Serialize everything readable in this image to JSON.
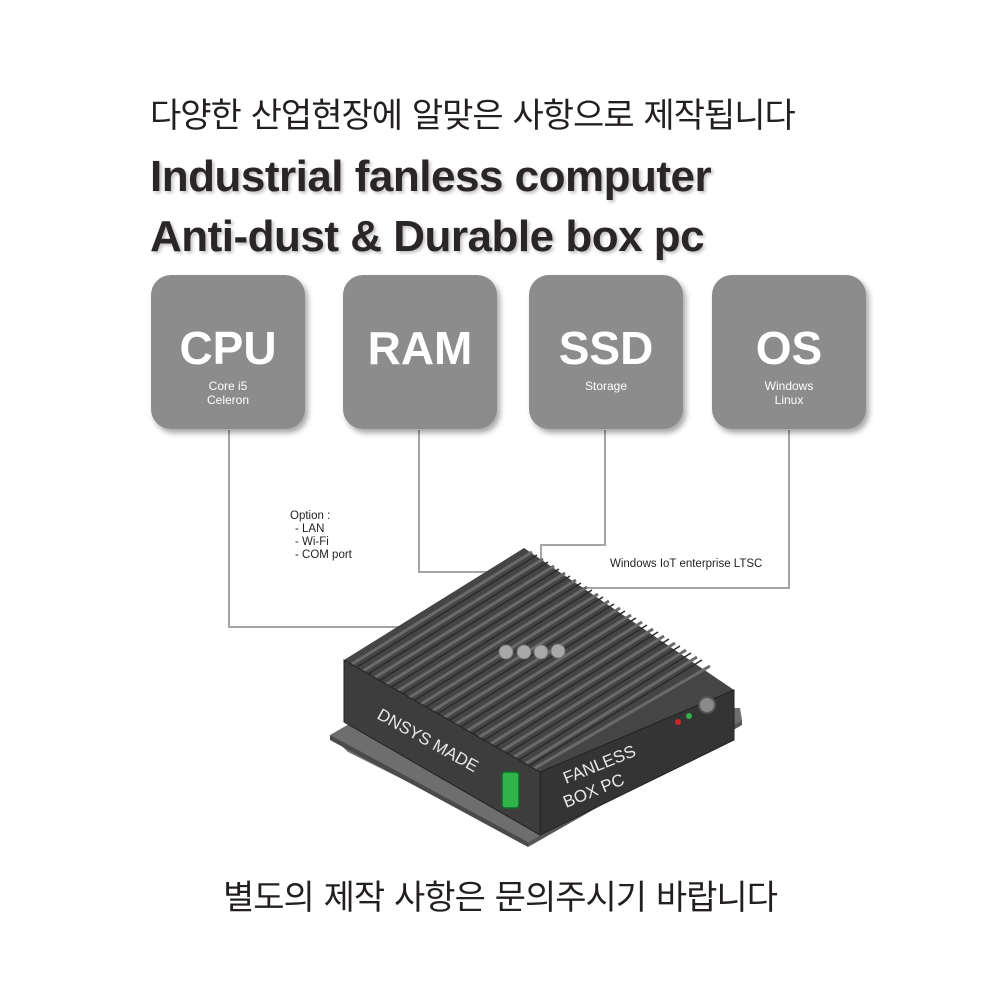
{
  "header": {
    "subtitle_ko": "다양한 산업현장에 알맞은 사항으로 제작됩니다",
    "title_line1": "Industrial fanless computer",
    "title_line2": "Anti-dust & Durable box pc"
  },
  "cards": [
    {
      "head": "CPU",
      "sub1": "Core i5",
      "sub2": "Celeron"
    },
    {
      "head": "RAM",
      "sub1": "",
      "sub2": ""
    },
    {
      "head": "SSD",
      "sub1": "Storage",
      "sub2": ""
    },
    {
      "head": "OS",
      "sub1": "Windows",
      "sub2": "Linux"
    }
  ],
  "options": {
    "title": "Option :",
    "items": [
      "- LAN",
      "- Wi-Fi",
      "- COM port"
    ]
  },
  "os_note": "Windows IoT enterprise LTSC",
  "device": {
    "front_label": "DNSYS MADE",
    "side_label_1": "FANLESS",
    "side_label_2": "BOX PC"
  },
  "footer": {
    "note_ko": "별도의 제작 사항은 문의주시기 바랍니다"
  },
  "colors": {
    "card": "#8c8c8c",
    "text": "#231f20",
    "device_body": "#3d3d3d",
    "led_green": "#2fb34a",
    "led_red": "#d8202a"
  }
}
